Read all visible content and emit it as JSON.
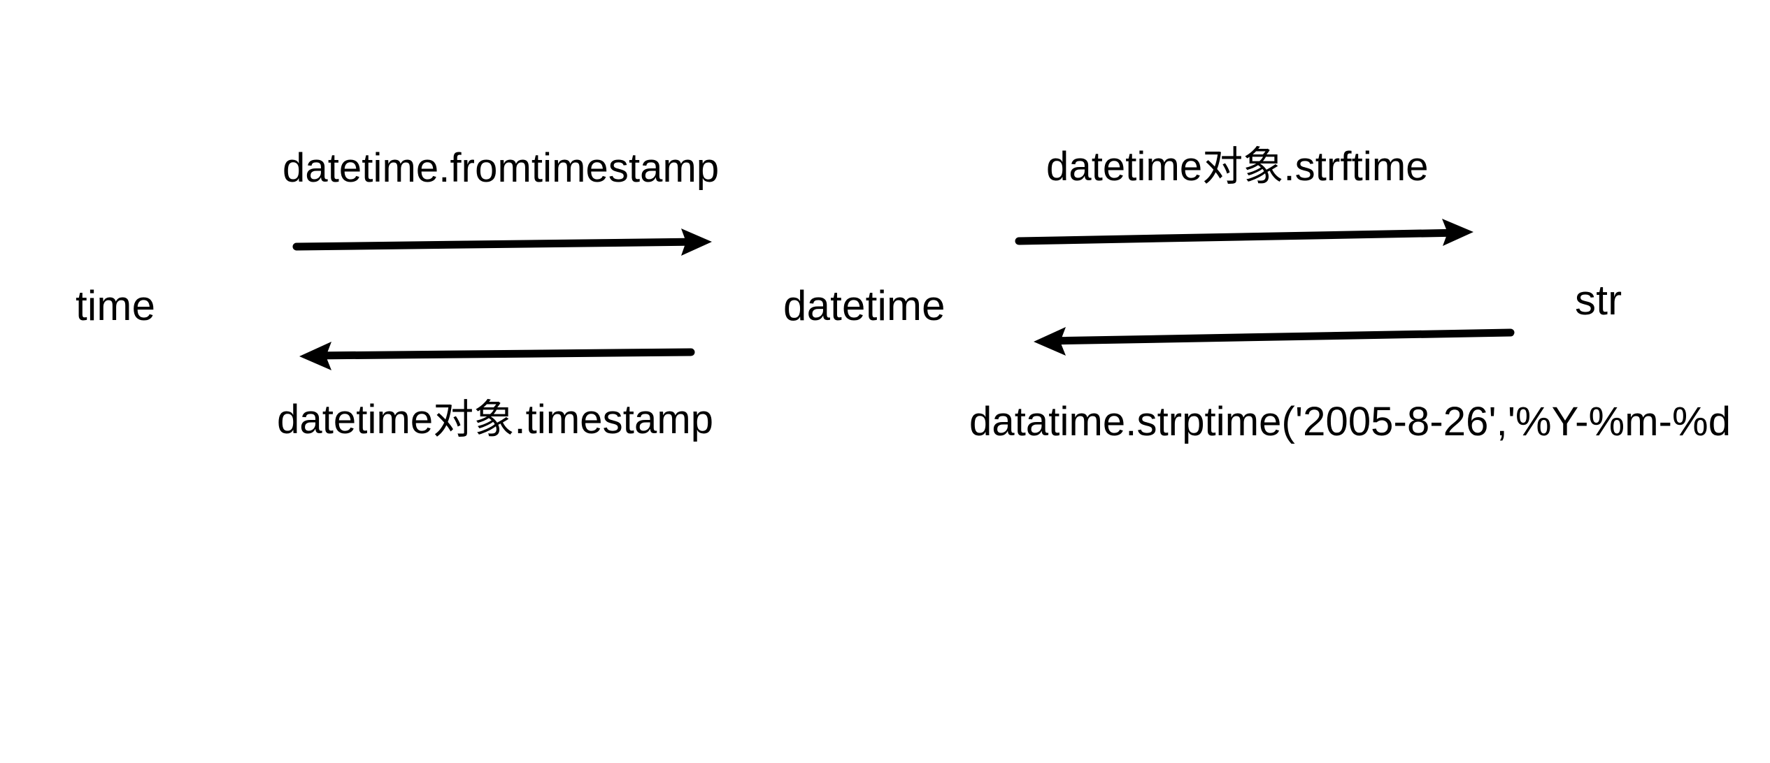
{
  "diagram": {
    "title": "Python time / datetime / str conversion diagram",
    "background_color": "#ffffff",
    "stroke_color": "#000000",
    "nodes": [
      {
        "id": "time",
        "label": "time"
      },
      {
        "id": "datetime",
        "label": "datetime"
      },
      {
        "id": "str",
        "label": "str"
      }
    ],
    "edges": [
      {
        "id": "time-to-datetime",
        "from": "time",
        "to": "datetime",
        "direction": "right",
        "position": "top-left",
        "label": "datetime.fromtimestamp"
      },
      {
        "id": "datetime-to-time",
        "from": "datetime",
        "to": "time",
        "direction": "left",
        "position": "bottom-left",
        "label": "datetime对象.timestamp"
      },
      {
        "id": "datetime-to-str",
        "from": "datetime",
        "to": "str",
        "direction": "right",
        "position": "top-right",
        "label": "datetime对象.strftime"
      },
      {
        "id": "str-to-datetime",
        "from": "str",
        "to": "datetime",
        "direction": "left",
        "position": "bottom-right",
        "label": "datatime.strptime('2005-8-26','%Y-%m-%d"
      }
    ]
  }
}
